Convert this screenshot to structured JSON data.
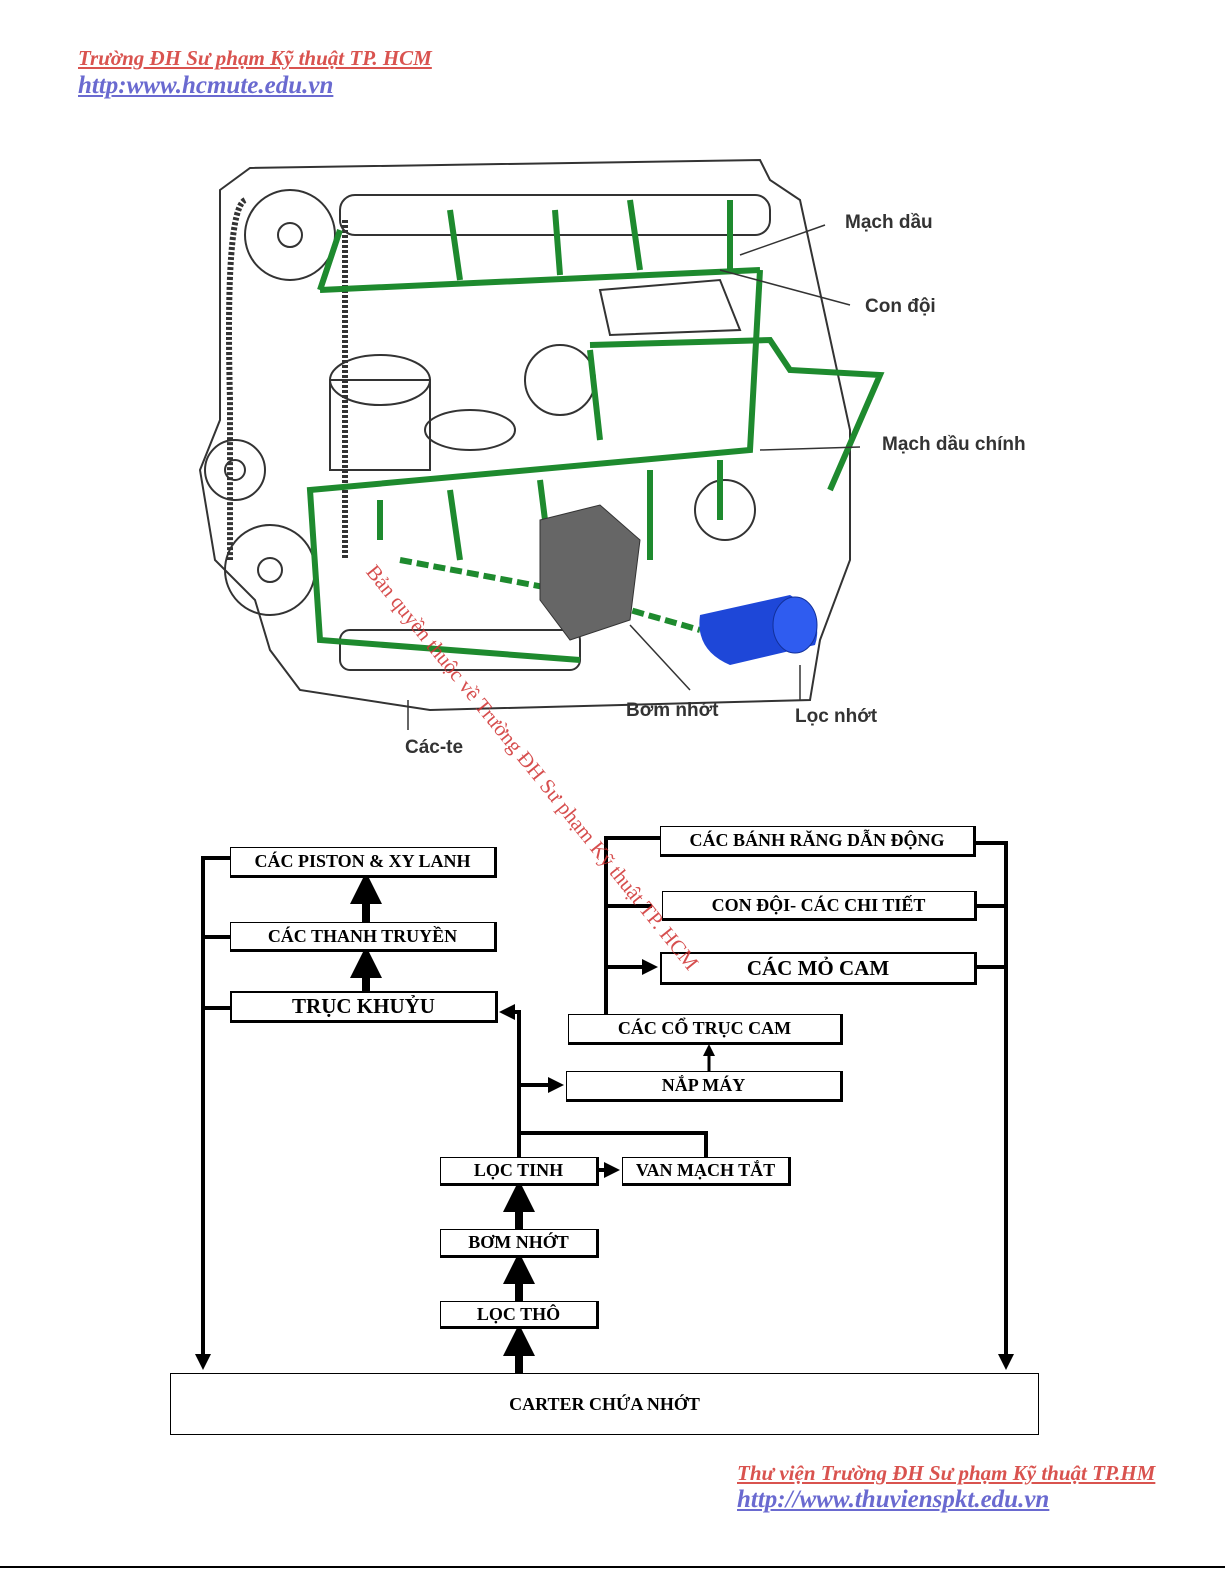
{
  "header": {
    "school": "Trường ĐH Sư phạm Kỹ thuật TP. HCM",
    "url": "http:www.hcmute.edu.vn"
  },
  "engine_labels": {
    "oil_line": "Mạch dầu",
    "tappet": "Con đội",
    "main_gallery": "Mạch dầu chính",
    "oil_pump": "Bơm nhớt",
    "oil_filter": "Lọc nhớt",
    "oil_pan": "Các-te"
  },
  "flowchart": {
    "pistons": "CÁC PISTON & XY LANH",
    "rods": "CÁC THANH TRUYỀN",
    "crankshaft": "TRỤC KHUỶU",
    "gears": "CÁC BÁNH RĂNG DẪN ĐỘNG",
    "tappets": "CON ĐỘI- CÁC CHI TIẾT",
    "cam_lobes": "CÁC MỎ CAM",
    "cam_journals": "CÁC CỔ TRỤC CAM",
    "cylinder_head": "NẮP MÁY",
    "fine_filter": "LỌC TINH",
    "bypass_valve": "VAN MẠCH TẮT",
    "oil_pump": "BƠM NHỚT",
    "coarse_filter": "LỌC THÔ",
    "oil_pan": "CARTER CHỨA NHỚT"
  },
  "watermark": "Bản quyền thuộc về Trường ĐH Sư phạm Kỹ thuật TP. HCM",
  "footer": {
    "library": "Thư viện Trường ĐH Sư phạm Kỹ thuật TP.HM",
    "url": "http://www.thuvienspkt.edu.vn"
  }
}
